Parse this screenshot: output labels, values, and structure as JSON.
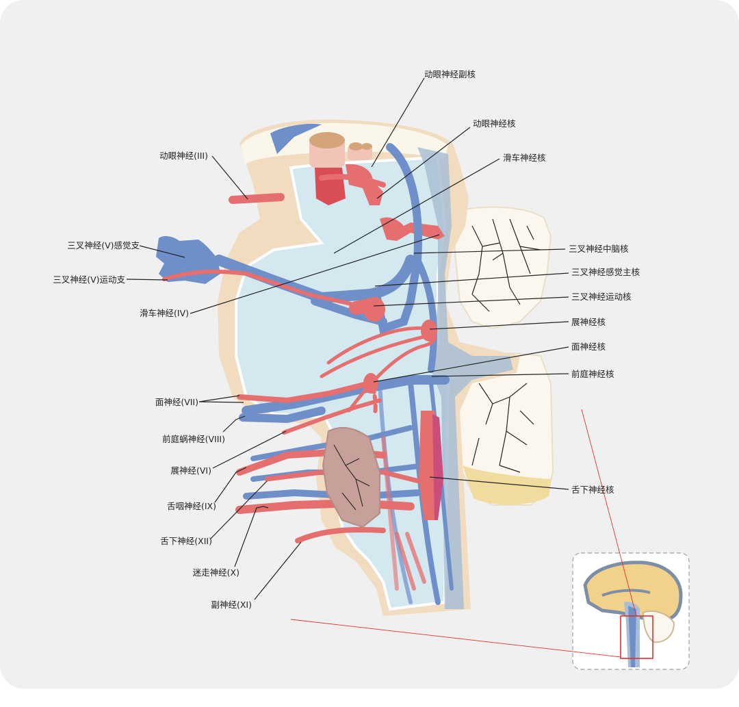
{
  "labels_left": [
    {
      "id": "oculomotor-nerve",
      "text": "动眼神经(III)"
    },
    {
      "id": "trigeminal-sensory-branch",
      "text": "三叉神经(V)感觉支"
    },
    {
      "id": "trigeminal-motor-branch",
      "text": "三叉神经(V)运动支"
    },
    {
      "id": "trochlear-nerve",
      "text": "滑车神经(IV)"
    },
    {
      "id": "facial-nerve",
      "text": "面神经(VII)"
    },
    {
      "id": "vestibulocochlear-nerve",
      "text": "前庭蜗神经(VIII)"
    },
    {
      "id": "abducens-nerve",
      "text": "展神经(VI)"
    },
    {
      "id": "glossopharyngeal-nerve",
      "text": "舌咽神经(IX)"
    },
    {
      "id": "hypoglossal-nerve",
      "text": "舌下神经(XII)"
    },
    {
      "id": "vagus-nerve",
      "text": "迷走神经(X)"
    },
    {
      "id": "accessory-nerve",
      "text": "副神经(XI)"
    }
  ],
  "labels_right": [
    {
      "id": "accessory-oculomotor-nucleus",
      "text": "动眼神经副核"
    },
    {
      "id": "oculomotor-nucleus",
      "text": "动眼神经核"
    },
    {
      "id": "trochlear-nucleus",
      "text": "滑车神经核"
    },
    {
      "id": "mesencephalic-trigeminal-nucleus",
      "text": "三叉神经中脑核"
    },
    {
      "id": "principal-sensory-trigeminal-nucleus",
      "text": "三叉神经感觉主核"
    },
    {
      "id": "motor-trigeminal-nucleus",
      "text": "三叉神经运动核"
    },
    {
      "id": "abducens-nucleus",
      "text": "展神经核"
    },
    {
      "id": "facial-nucleus",
      "text": "面神经核"
    },
    {
      "id": "vestibular-nucleus",
      "text": "前庭神经核"
    },
    {
      "id": "hypoglossal-nucleus",
      "text": "舌下神经核"
    }
  ],
  "colors": {
    "panel": "#f0f0f0",
    "sensory": "#6f8fc9",
    "motor": "#e56f6f",
    "brainstem_outer": "#f2dcc0",
    "brainstem_inner": "#d4e8f0",
    "cerebellum": "#fbf7ee",
    "inset_highlight": "#e03030"
  }
}
